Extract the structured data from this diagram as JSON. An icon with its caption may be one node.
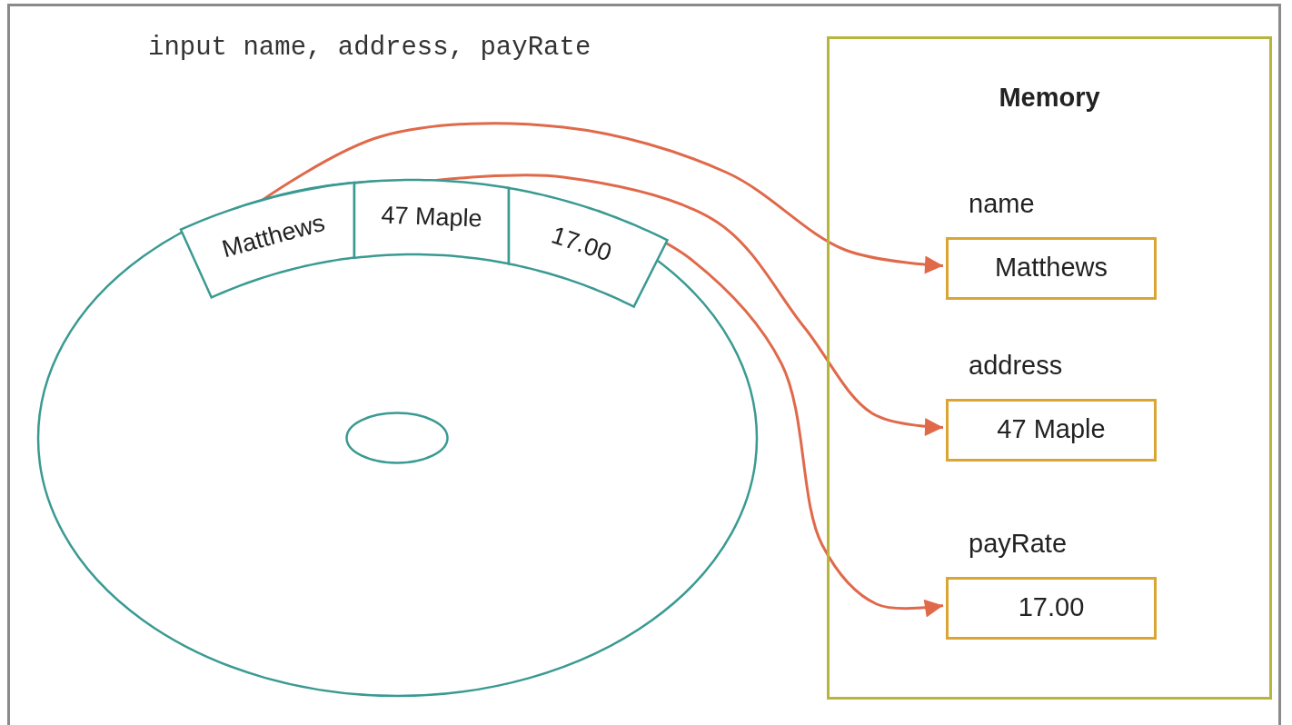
{
  "diagram": {
    "nodes": [
      {
        "text": [],
        "shape": "disk"
      },
      {
        "text": [
          "Matthews"
        ],
        "in": 0
      },
      {
        "text": [
          "47 Maple"
        ],
        "in": 0
      },
      {
        "text": [
          "17.00"
        ],
        "in": 0
      },
      {
        "text": [],
        "shape": "circle",
        "in": 0
      },
      {
        "text": [
          "Memory"
        ]
      },
      {
        "text": [
          "Matthews"
        ],
        "beside": [
          "name"
        ],
        "in": 5
      },
      {
        "text": [
          "47 Maple"
        ],
        "beside": [
          "address"
        ],
        "in": 5
      },
      {
        "text": [
          "17.00"
        ],
        "beside": [
          "payRate"
        ],
        "in": 5
      }
    ],
    "edges": [
      {
        "from": 1,
        "to": 6,
        "arrow": "to"
      },
      {
        "from": 2,
        "to": 7,
        "arrow": "to"
      },
      {
        "from": 3,
        "to": 8,
        "arrow": "to"
      }
    ],
    "labels": [
      "input name, address, payRate"
    ]
  }
}
